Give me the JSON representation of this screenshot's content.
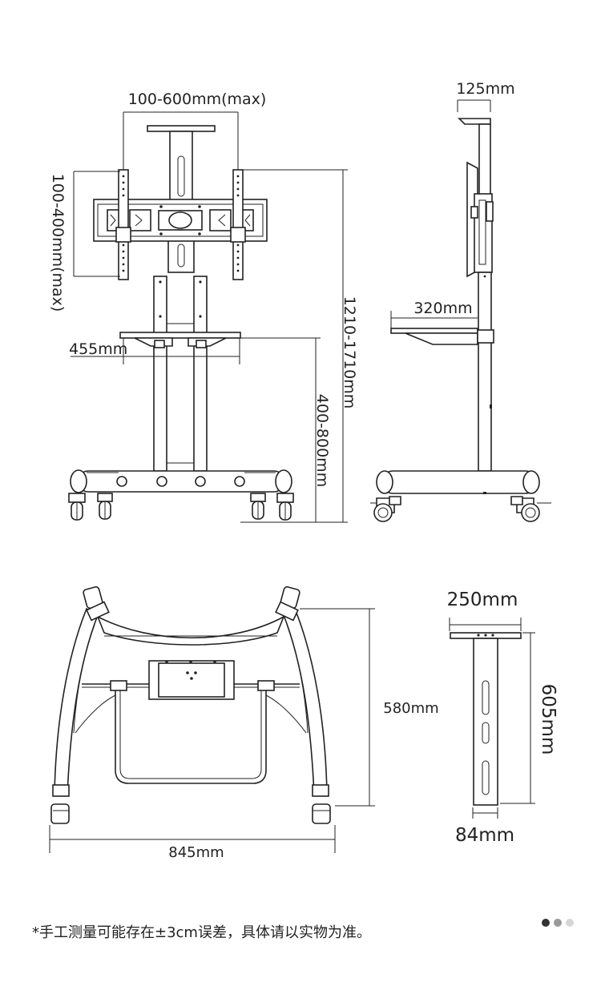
{
  "front_view": {
    "width_range": "100-600mm(max)",
    "height_range": "100-400mm(max)",
    "shelf_width": "455mm",
    "total_height": "1210-1710mm",
    "shelf_height": "400-800mm"
  },
  "side_view": {
    "top_width": "125mm",
    "shelf_depth": "320mm"
  },
  "top_view": {
    "base_width": "845mm",
    "base_depth": "580mm"
  },
  "shelf_part": {
    "top_width": "250mm",
    "height": "605mm",
    "bottom_width": "84mm"
  },
  "footnote": "*手工测量可能存在±3cm误差，具体请以实物为准。",
  "pager": {
    "active_color": "#333333",
    "mid_color": "#999999",
    "inactive_color": "#d6d6d6"
  }
}
